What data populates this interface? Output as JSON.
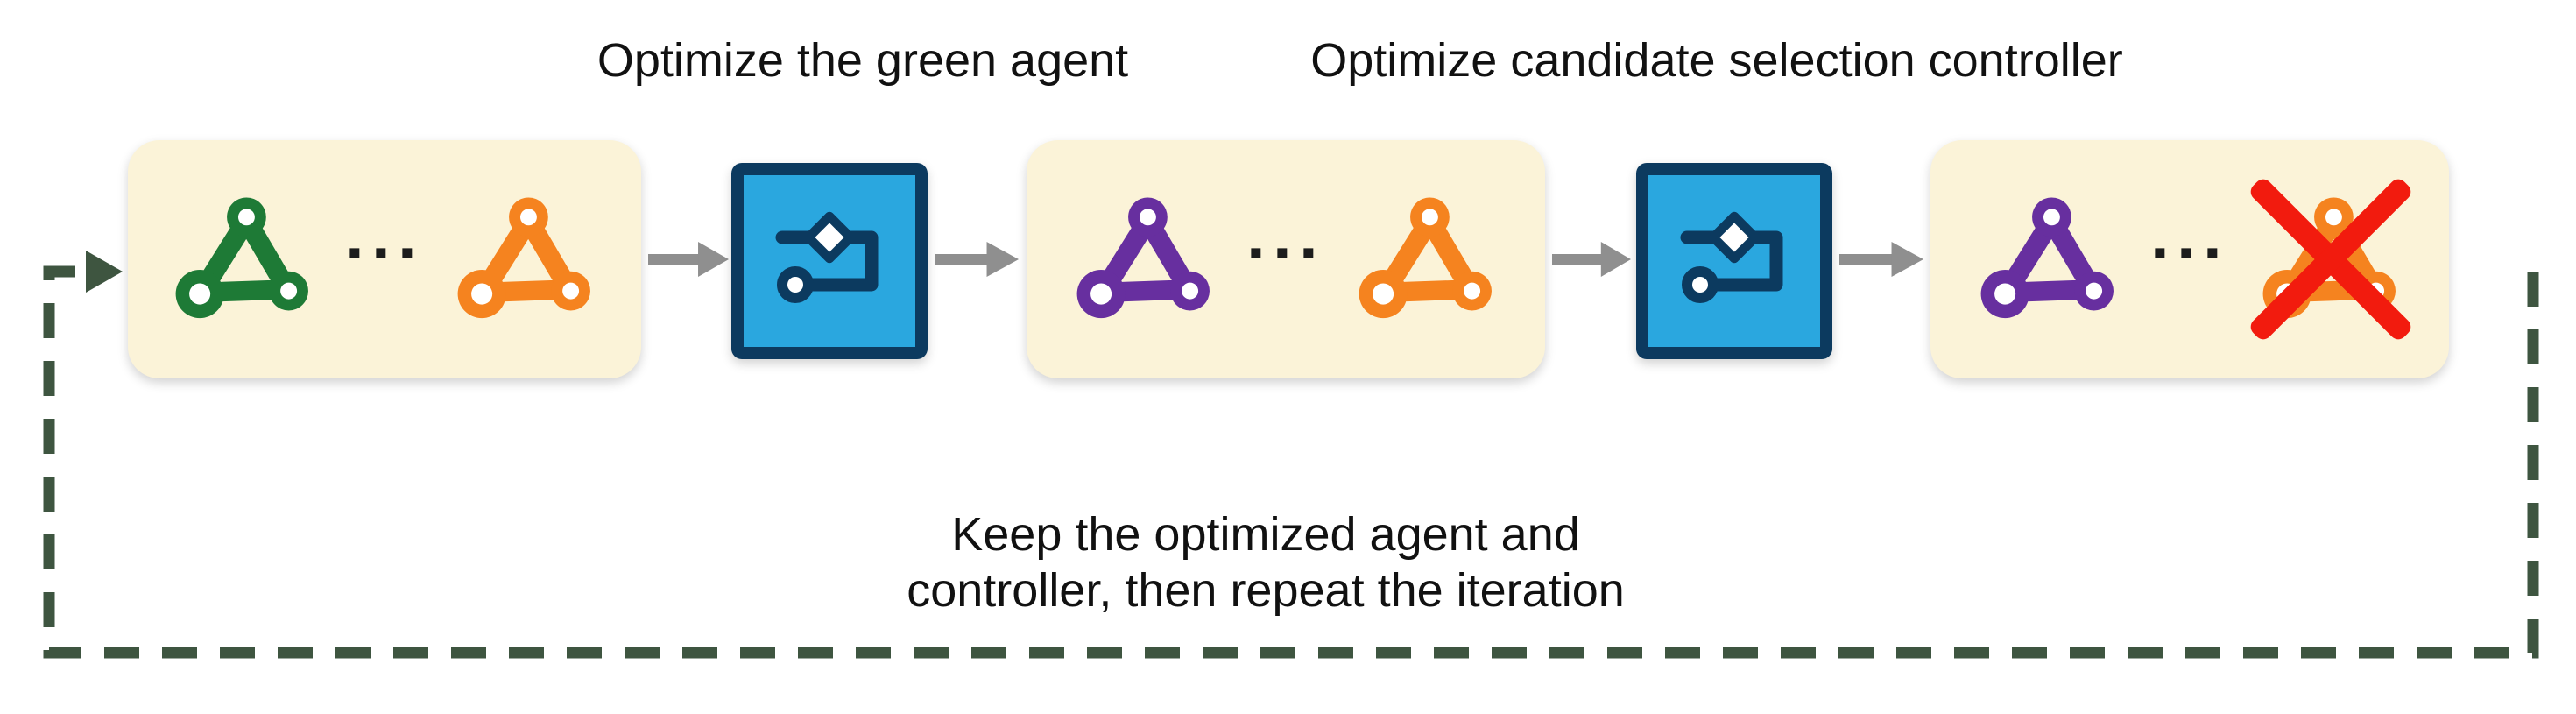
{
  "colors": {
    "cream": "#FBF3D8",
    "agent_green": "#1E7A36",
    "agent_orange": "#F5831F",
    "agent_purple": "#672F9F",
    "blue_fill": "#2AA7DF",
    "blue_border": "#0C3A5F",
    "arrow_gray": "#8F8F8F",
    "loop_green": "#3E5540",
    "red_x": "#F21B0E",
    "dots": "#1C1C1C",
    "text": "#111111"
  },
  "labels": {
    "optimize_green_agent": "Optimize the green agent",
    "optimize_controller": "Optimize candidate selection controller",
    "loop_caption_line1": "Keep the optimized agent and",
    "loop_caption_line2": "controller, then repeat the iteration"
  },
  "pools": [
    {
      "agents": [
        "green",
        "orange"
      ],
      "separator": "···",
      "crossed_agent": null
    },
    {
      "agents": [
        "purple",
        "orange"
      ],
      "separator": "···",
      "crossed_agent": null
    },
    {
      "agents": [
        "purple",
        "orange"
      ],
      "separator": "···",
      "crossed_agent": "orange"
    }
  ],
  "icons": {
    "agent": "chain-linkage-agent-icon",
    "optimizer": "workflow-optimizer-icon",
    "flow_arrow": "right-arrow-icon",
    "loop": "dashed-loop-arrow-icon",
    "cross": "red-x-icon"
  }
}
